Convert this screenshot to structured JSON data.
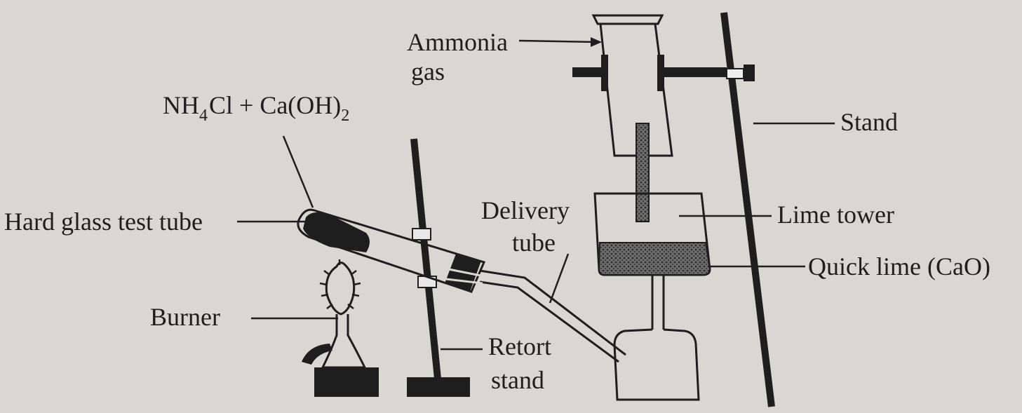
{
  "labels": {
    "ammonia_line1": "Ammonia",
    "ammonia_line2": "gas",
    "reactants_a": "NH",
    "reactants_sub_a": "4",
    "reactants_b": "Cl + Ca(OH)",
    "reactants_sub_b": "2",
    "stand": "Stand",
    "hard_glass_test_tube": "Hard glass test tube",
    "delivery_line1": "Delivery",
    "delivery_line2": "tube",
    "lime_tower": "Lime tower",
    "quick_lime": "Quick lime (CaO)",
    "burner": "Burner",
    "retort_line1": "Retort",
    "retort_line2": "stand"
  },
  "colors": {
    "background": "#d9d7d2",
    "ink": "#1e1e1e",
    "quicklime": "#5a5a5a"
  }
}
